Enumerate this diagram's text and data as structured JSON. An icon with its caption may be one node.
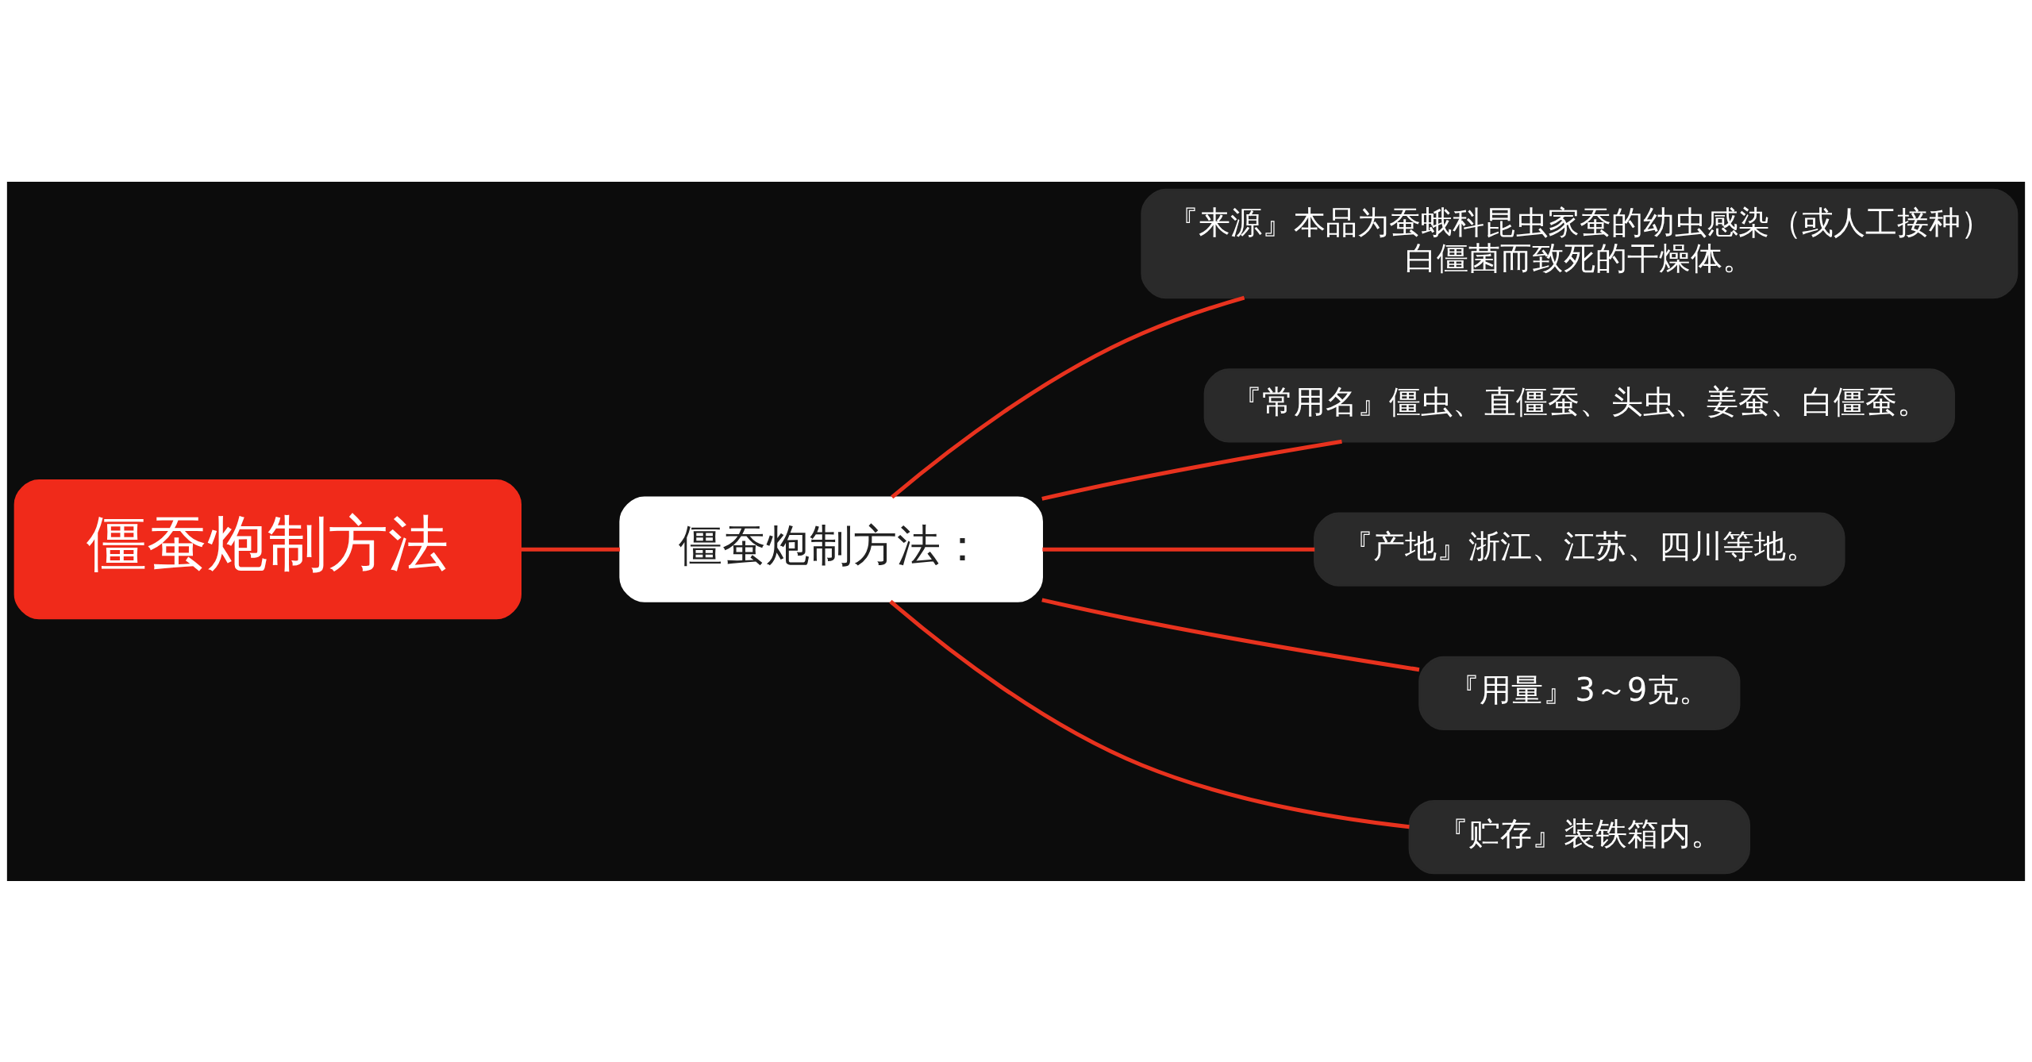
{
  "diagram": {
    "nodes": [
      {
        "text": [
          "僵蚕炮制方法"
        ]
      },
      {
        "text": [
          "僵蚕炮制方法："
        ]
      },
      {
        "text": [
          "『来源』本品为蚕蛾科昆虫家蚕的幼虫感染（或人工接种）白僵菌而致死的干燥体。"
        ]
      },
      {
        "text": [
          "『常用名』僵虫、直僵蚕、头虫、姜蚕、白僵蚕。"
        ]
      },
      {
        "text": [
          "『产地』浙江、江苏、四川等地。"
        ]
      },
      {
        "text": [
          "『用量』3～9克。"
        ]
      },
      {
        "text": [
          "『贮存』装铁箱内。"
        ]
      }
    ],
    "edges": [
      {
        "from": 0,
        "to": 1,
        "arrow": "none"
      },
      {
        "from": 1,
        "to": 2,
        "arrow": "none"
      },
      {
        "from": 1,
        "to": 3,
        "arrow": "none"
      },
      {
        "from": 1,
        "to": 4,
        "arrow": "none"
      },
      {
        "from": 1,
        "to": 5,
        "arrow": "none"
      },
      {
        "from": 1,
        "to": 6,
        "arrow": "none"
      }
    ]
  }
}
